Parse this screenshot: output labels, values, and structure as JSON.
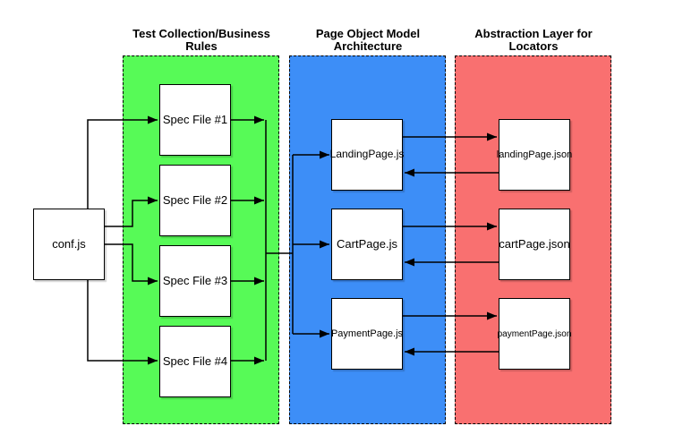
{
  "colors": {
    "background": "#ffffff",
    "green": "#57fa57",
    "blue": "#3d8ef7",
    "red": "#f97070",
    "line": "#000000",
    "node_fill": "#ffffff",
    "node_border": "#000000"
  },
  "groups": [
    {
      "id": "test-collection",
      "title": "Test Collection/Business\nRules"
    },
    {
      "id": "page-object-model",
      "title": "Page Object Model\nArchitecture"
    },
    {
      "id": "abstraction-layer",
      "title": "Abstraction Layer for\nLocators"
    }
  ],
  "nodes": {
    "conf": "conf.js",
    "spec1": "Spec File #1",
    "spec2": "Spec File #2",
    "spec3": "Spec File #3",
    "spec4": "Spec File #4",
    "landing_js": "LandingPage.js",
    "cart_js": "CartPage.js",
    "payment_js": "PaymentPage.js",
    "landing_json": "landingPage.json",
    "cart_json": "cartPage.json",
    "payment_json": "paymentPage.json"
  }
}
